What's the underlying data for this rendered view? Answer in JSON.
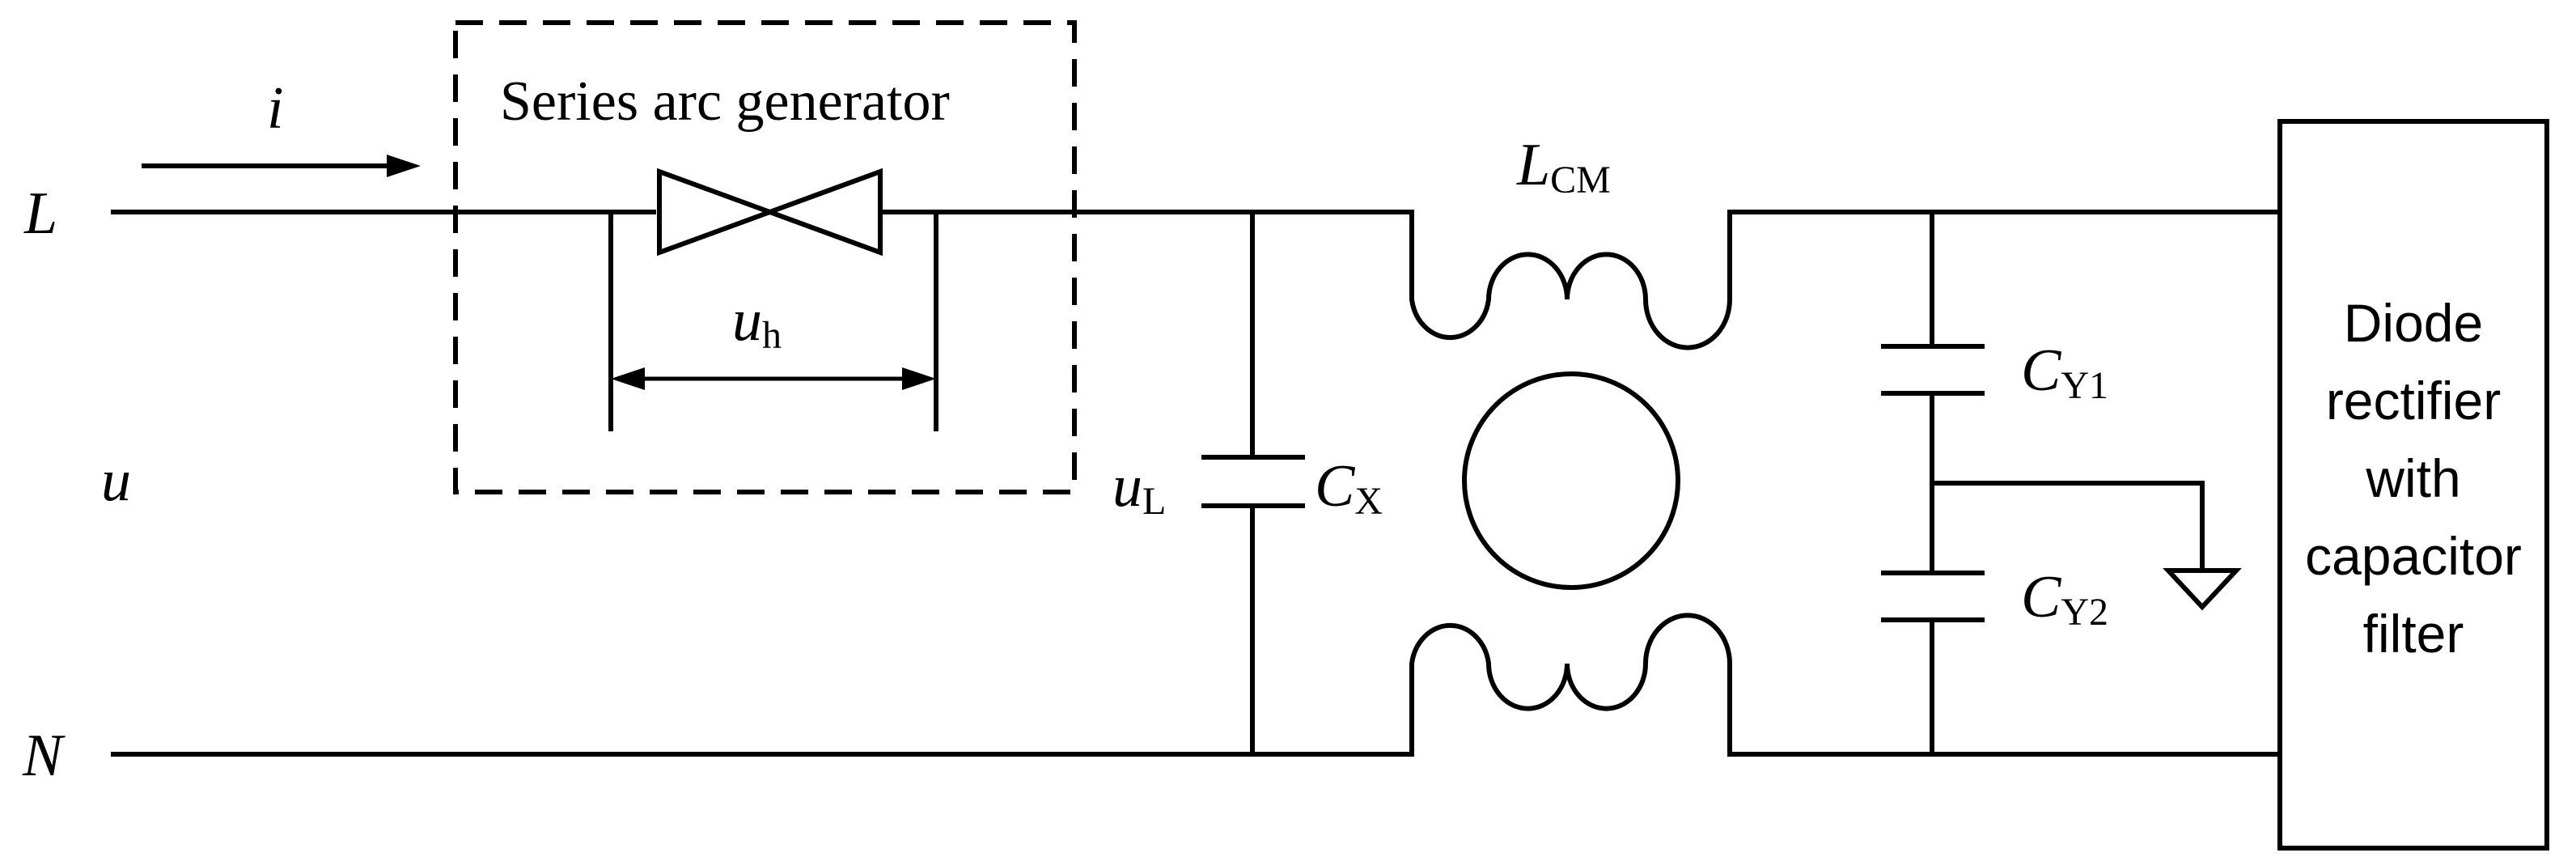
{
  "labels": {
    "line_L": "L",
    "line_N": "N",
    "current_i": "i",
    "source_u": "u",
    "arc_generator": "Series arc generator",
    "u_h_main": "u",
    "u_h_sub": "h",
    "u_L_main": "u",
    "u_L_sub": "L",
    "C_X_main": "C",
    "C_X_sub": "X",
    "L_CM_main": "L",
    "L_CM_sub": "CM",
    "C_Y1_main": "C",
    "C_Y1_sub": "Y1",
    "C_Y2_main": "C",
    "C_Y2_sub": "Y2"
  },
  "rectifier_box": {
    "lines": [
      "Diode",
      "rectifier",
      "with",
      "capacitor",
      "filter"
    ]
  }
}
